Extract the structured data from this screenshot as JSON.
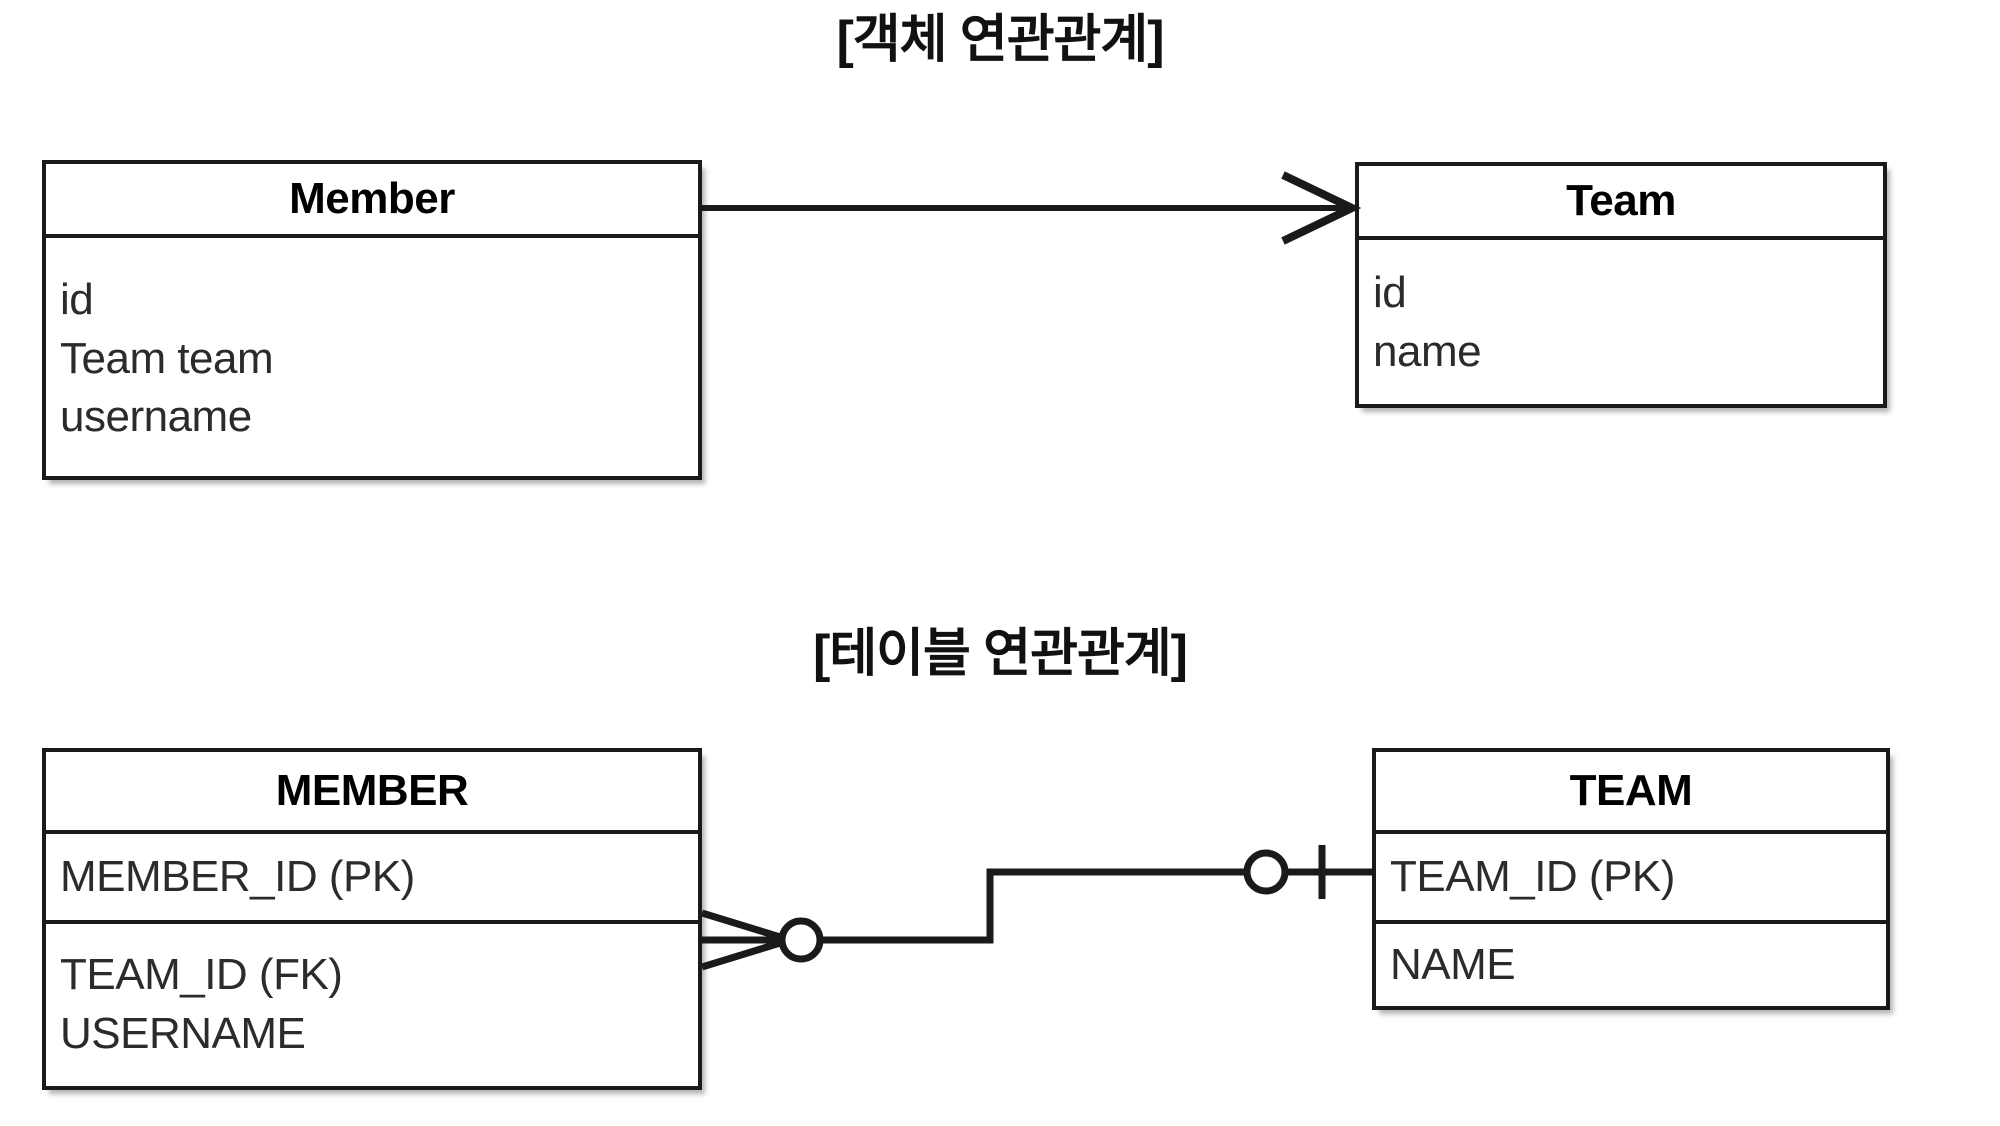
{
  "titles": {
    "object_section": "[객체 연관관계]",
    "table_section": "[테이블 연관관계]"
  },
  "object_model": {
    "member": {
      "name": "Member",
      "attributes": [
        "id",
        "Team  team",
        "username"
      ]
    },
    "team": {
      "name": "Team",
      "attributes": [
        "id",
        "name"
      ]
    },
    "association": {
      "from": "Member",
      "to": "Team",
      "arrow": "open-arrow-navigable",
      "direction": "member-to-team"
    }
  },
  "table_model": {
    "member": {
      "name": "MEMBER",
      "primary_key": "MEMBER_ID (PK)",
      "columns": [
        "TEAM_ID (FK)",
        "USERNAME"
      ]
    },
    "team": {
      "name": "TEAM",
      "primary_key": "TEAM_ID (PK)",
      "columns": [
        "NAME"
      ]
    },
    "relationship": {
      "member_side_cardinality": "zero-or-many",
      "team_side_cardinality": "zero-or-one",
      "notation": "crows-foot"
    }
  },
  "colors": {
    "stroke": "#1a1a1a",
    "background": "#ffffff",
    "text": "#2b2b2b",
    "heading": "#111111"
  }
}
